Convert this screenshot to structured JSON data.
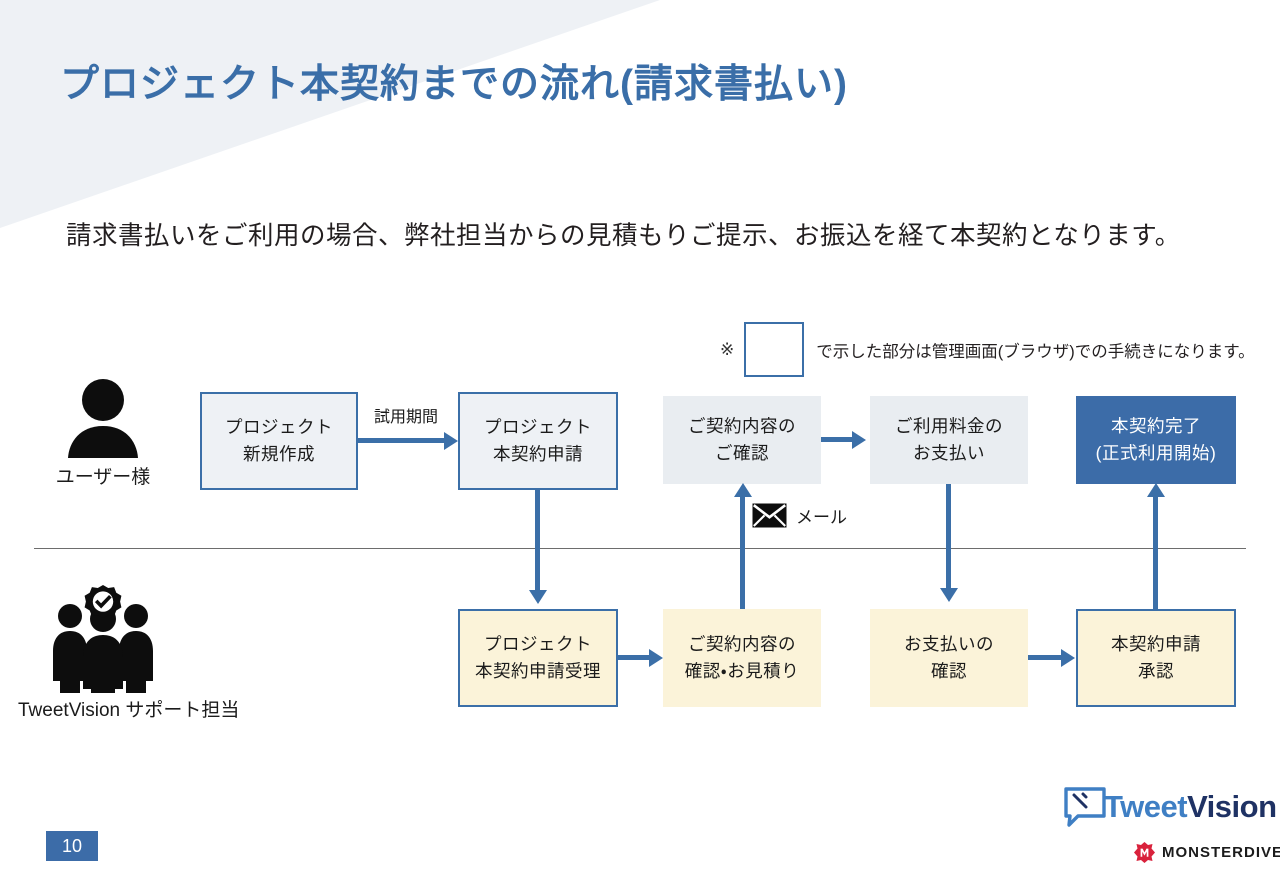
{
  "slide": {
    "title": "プロジェクト本契約までの流れ(請求書払い)",
    "lead": "請求書払いをご利用の場合、弊社担当からの見積もりご提示、お振込を経て本契約となります。",
    "page_number": "10",
    "accent_color": "#3b6fa8",
    "title_color": "#3a6ea8",
    "navy_fill": "#3c6ca8",
    "gray_fill": "#eef1f5",
    "cream_fill": "#fbf3d9"
  },
  "legend": {
    "mark": "※",
    "text": "で示した部分は管理画面(ブラウザ)での手続きになります。"
  },
  "actors": [
    {
      "id": "user",
      "label_lines": [
        "ユーザー様"
      ],
      "icon": "person-icon"
    },
    {
      "id": "support",
      "label_lines": [
        "TweetVision",
        "サポート担当"
      ],
      "icon": "support-team-icon"
    }
  ],
  "flow": {
    "user_lane": [
      {
        "id": "project-new",
        "lines": [
          "プロジェクト",
          "新規作成"
        ],
        "style": "gray-bordered"
      },
      {
        "id": "project-contract-apply",
        "lines": [
          "プロジェクト",
          "本契約申請"
        ],
        "style": "gray-bordered"
      },
      {
        "id": "contract-content-check",
        "lines": [
          "ご契約内容の",
          "ご確認"
        ],
        "style": "gray-plain"
      },
      {
        "id": "usage-fee-payment",
        "lines": [
          "ご利用料金の",
          "お支払い"
        ],
        "style": "gray-plain"
      },
      {
        "id": "contract-complete",
        "lines": [
          "本契約完了",
          "(正式利用開始)"
        ],
        "style": "navy"
      }
    ],
    "support_lane": [
      {
        "id": "apply-received",
        "lines": [
          "プロジェクト",
          "本契約申請受理"
        ],
        "style": "cream-bordered"
      },
      {
        "id": "contract-check-quote",
        "lines": [
          "ご契約内容の",
          "確認・お見積り"
        ],
        "style": "cream-plain"
      },
      {
        "id": "payment-confirm",
        "lines": [
          "お支払いの",
          "確認"
        ],
        "style": "cream-plain"
      },
      {
        "id": "contract-approve",
        "lines": [
          "本契約申請",
          "承認"
        ],
        "style": "cream-bordered"
      }
    ]
  },
  "connector_labels": {
    "trial_period": "試用期間",
    "mail": "メール"
  },
  "logos": {
    "tweetvision": {
      "part1": "Tweet",
      "part2": "Vision"
    },
    "monsterdive": {
      "text": "MONSTERDIVE"
    }
  }
}
